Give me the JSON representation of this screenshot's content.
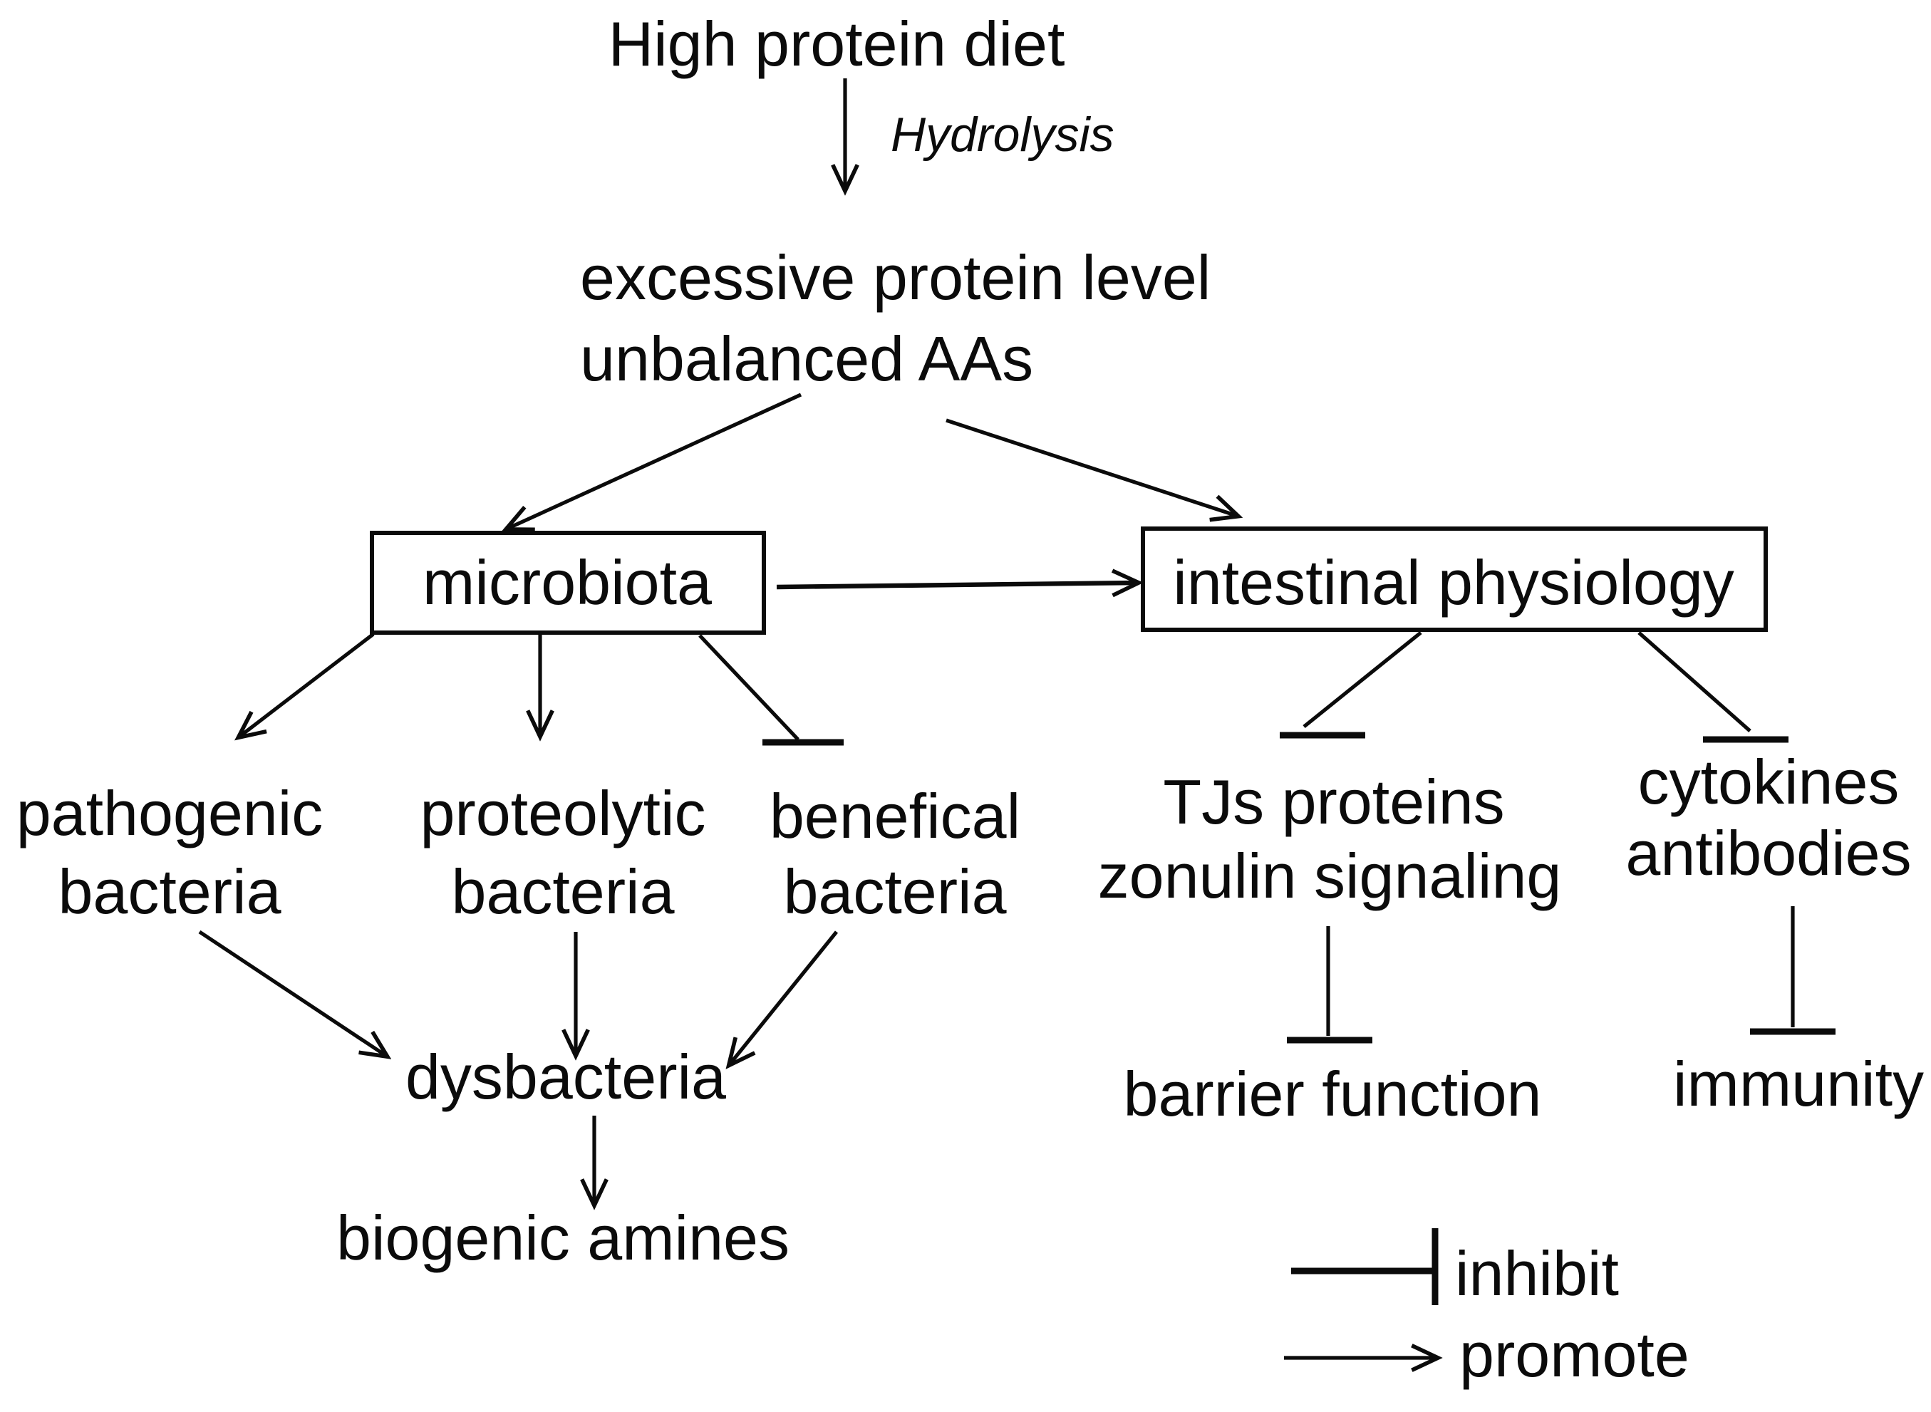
{
  "diagram": {
    "nodes": {
      "high_protein_diet": {
        "label": "High protein diet"
      },
      "excessive_protein": {
        "line1": "excessive protein level",
        "line2": "unbalanced AAs"
      },
      "microbiota": {
        "label": "microbiota",
        "boxed": true
      },
      "intestinal_physiology": {
        "label": "intestinal physiology",
        "boxed": true
      },
      "pathogenic_bacteria": {
        "line1": "pathogenic",
        "line2": "bacteria"
      },
      "proteolytic_bacteria": {
        "line1": "proteolytic",
        "line2": "bacteria"
      },
      "benefical_bacteria": {
        "line1": "benefical",
        "line2": "bacteria"
      },
      "dysbacteria": {
        "label": "dysbacteria"
      },
      "biogenic_amines": {
        "label": "biogenic amines"
      },
      "tjs_zonulin": {
        "line1": "TJs proteins",
        "line2": "zonulin signaling"
      },
      "cytokines_antibodies": {
        "line1": "cytokines",
        "line2": "antibodies"
      },
      "barrier_function": {
        "label": "barrier function"
      },
      "immunity": {
        "label": "immunity"
      }
    },
    "process_label": "Hydrolysis",
    "edges": [
      {
        "from": "high_protein_diet",
        "to": "excessive_protein",
        "type": "promote",
        "label": "Hydrolysis"
      },
      {
        "from": "excessive_protein",
        "to": "microbiota",
        "type": "promote"
      },
      {
        "from": "excessive_protein",
        "to": "intestinal_physiology",
        "type": "promote"
      },
      {
        "from": "microbiota",
        "to": "intestinal_physiology",
        "type": "promote"
      },
      {
        "from": "microbiota",
        "to": "pathogenic_bacteria",
        "type": "promote"
      },
      {
        "from": "microbiota",
        "to": "proteolytic_bacteria",
        "type": "promote"
      },
      {
        "from": "microbiota",
        "to": "benefical_bacteria",
        "type": "inhibit"
      },
      {
        "from": "pathogenic_bacteria",
        "to": "dysbacteria",
        "type": "promote"
      },
      {
        "from": "proteolytic_bacteria",
        "to": "dysbacteria",
        "type": "promote"
      },
      {
        "from": "benefical_bacteria",
        "to": "dysbacteria",
        "type": "promote"
      },
      {
        "from": "dysbacteria",
        "to": "biogenic_amines",
        "type": "promote"
      },
      {
        "from": "intestinal_physiology",
        "to": "tjs_zonulin",
        "type": "inhibit"
      },
      {
        "from": "intestinal_physiology",
        "to": "cytokines_antibodies",
        "type": "inhibit"
      },
      {
        "from": "tjs_zonulin",
        "to": "barrier_function",
        "type": "inhibit"
      },
      {
        "from": "cytokines_antibodies",
        "to": "immunity",
        "type": "inhibit"
      }
    ],
    "legend": {
      "inhibit_label": "inhibit",
      "promote_label": "promote"
    },
    "colors": {
      "ink": "#0b0b0b",
      "background": "#ffffff"
    }
  }
}
